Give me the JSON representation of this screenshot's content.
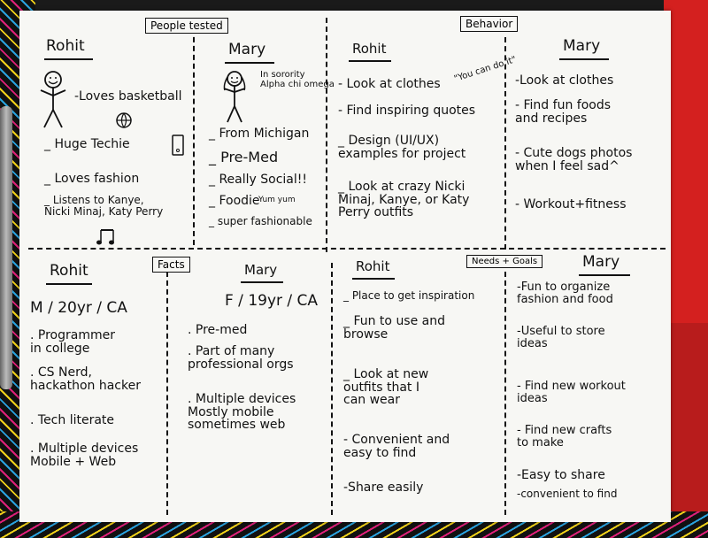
{
  "headers": {
    "people_tested": "People tested",
    "behavior": "Behavior",
    "facts": "Facts",
    "needs_goals": "Needs + Goals"
  },
  "people_tested": {
    "rohit": {
      "name": "Rohit",
      "items": [
        "-Loves basketball",
        "_ Huge Techie",
        "_ Loves fashion",
        "_ Listens to Kanye,\nNicki Minaj, Katy Perry"
      ]
    },
    "mary": {
      "name": "Mary",
      "note": "In sorority\nAlpha chi omega",
      "items": [
        "_ From Michigan",
        "_ Pre-Med",
        "_ Really Social!!",
        "_ Foodie",
        "_ super fashionable"
      ],
      "foodie_note": "Yum yum"
    }
  },
  "behavior": {
    "rohit": {
      "name": "Rohit",
      "items": [
        "- Look at clothes",
        "- Find inspiring quotes",
        "_ Design (UI/UX)\nexamples for project",
        "_ Look at crazy Nicki\nMinaj, Kanye, or Katy\nPerry outfits"
      ],
      "quote": "\"You can do it\""
    },
    "mary": {
      "name": "Mary",
      "items": [
        "-Look at clothes",
        "- Find fun foods\nand recipes",
        "- Cute dogs photos\nwhen I feel sad^",
        "- Workout+fitness"
      ]
    }
  },
  "facts": {
    "rohit": {
      "name": "Rohit",
      "summary": "M / 20yr / CA",
      "items": [
        ". Programmer\nin college",
        ". CS Nerd,\nhackathon hacker",
        ". Tech literate",
        ". Multiple devices\nMobile + Web"
      ]
    },
    "mary": {
      "name": "Mary",
      "summary": "F / 19yr / CA",
      "items": [
        ". Pre-med",
        ". Part of many\nprofessional orgs",
        ". Multiple devices\nMostly mobile\nsometimes web"
      ]
    }
  },
  "needs_goals": {
    "rohit": {
      "name": "Rohit",
      "items": [
        "_ Place to get inspiration",
        "_ Fun to use and\nbrowse",
        "_ Look at new\noutfits that I\ncan wear",
        "- Convenient and\neasy to find",
        "-Share easily"
      ]
    },
    "mary": {
      "name": "Mary",
      "items": [
        "-Fun to organize\nfashion and food",
        "-Useful to store\nideas",
        "- Find new workout\nideas",
        "- Find new crafts\nto make",
        "-Easy to share",
        "-convenient to find"
      ]
    }
  }
}
